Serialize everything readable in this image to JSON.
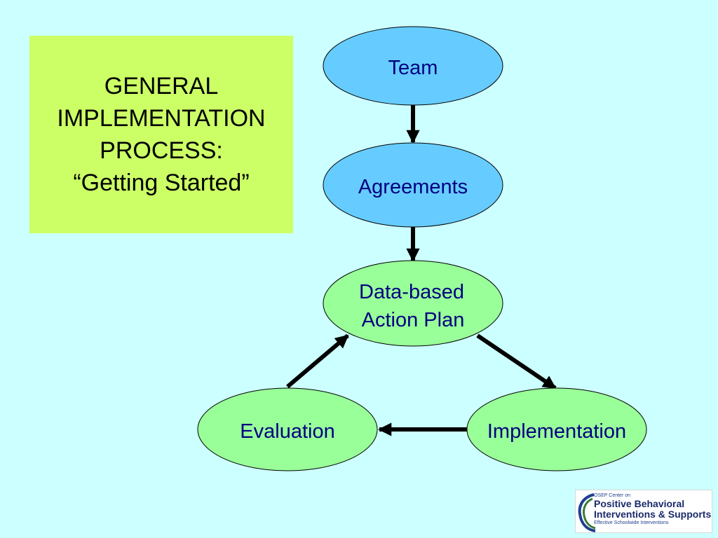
{
  "title": {
    "lines": [
      "GENERAL",
      "IMPLEMENTATION",
      "PROCESS:",
      "“Getting Started”"
    ]
  },
  "nodes": {
    "team": {
      "lines": [
        "Team"
      ]
    },
    "agreements": {
      "lines": [
        "Agreements"
      ]
    },
    "action_plan": {
      "lines": [
        "Data-based",
        "Action Plan"
      ]
    },
    "implementation": {
      "lines": [
        "Implementation"
      ]
    },
    "evaluation": {
      "lines": [
        "Evaluation"
      ]
    }
  },
  "edges": [
    {
      "from": "Team",
      "to": "Agreements"
    },
    {
      "from": "Agreements",
      "to": "Data-based Action Plan"
    },
    {
      "from": "Data-based Action Plan",
      "to": "Implementation"
    },
    {
      "from": "Implementation",
      "to": "Evaluation"
    },
    {
      "from": "Evaluation",
      "to": "Data-based Action Plan"
    }
  ],
  "logo": {
    "line1": "OSEP Center on",
    "line2": "Positive Behavioral",
    "line3": "Interventions & Supports",
    "line4": "Effective Schoolwide Interventions"
  },
  "colors": {
    "background": "#ccffff",
    "title_box": "#ccff66",
    "node_blue": "#66ccff",
    "node_green": "#99ff99",
    "node_text": "#000080",
    "arrow": "#000000"
  }
}
